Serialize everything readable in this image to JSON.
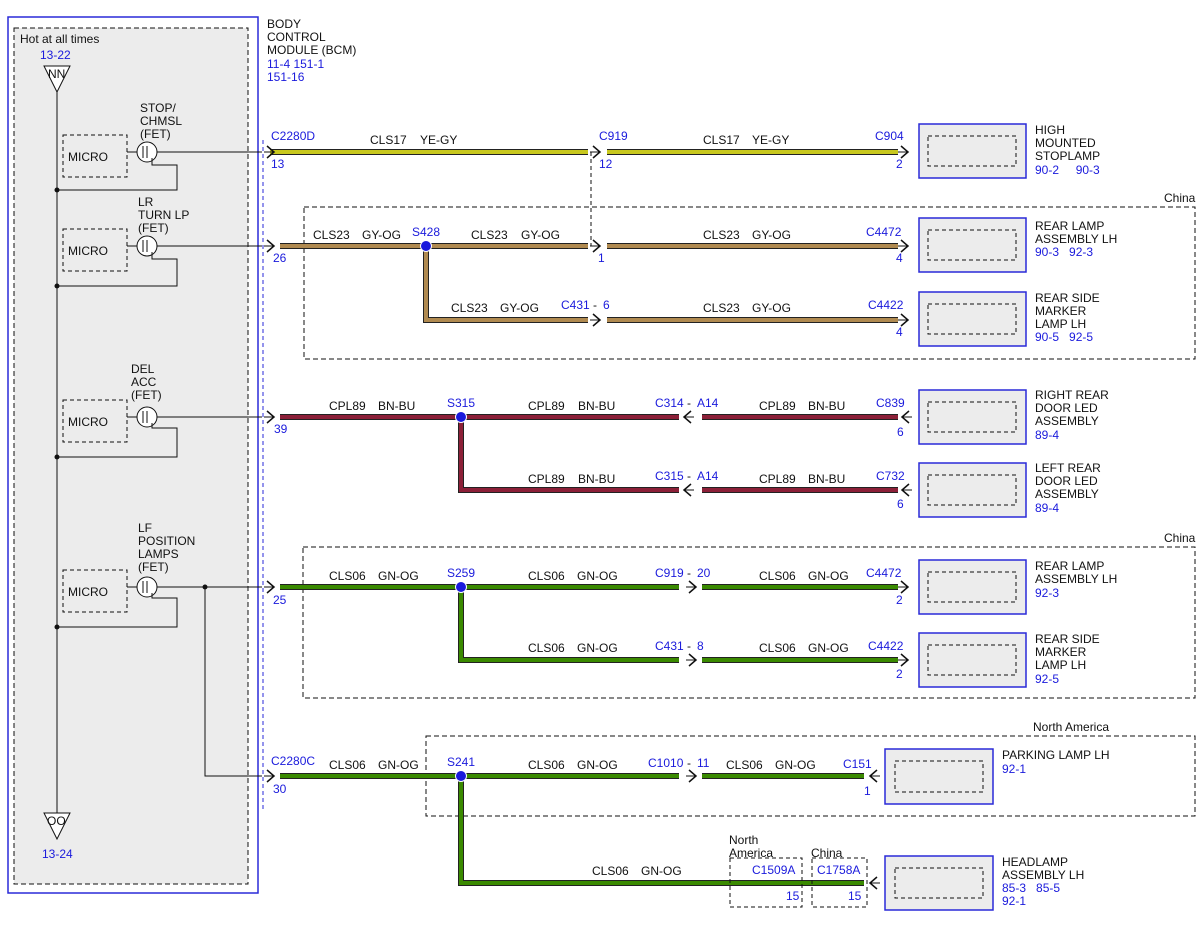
{
  "module": {
    "name_lines": [
      "BODY",
      "CONTROL",
      "MODULE (BCM)"
    ],
    "refs": [
      "11-4 151-1",
      "151-16"
    ],
    "hot_label": "Hot at all times",
    "top_ref": "13-22",
    "top_symbol": "NN",
    "bottom_ref": "13-24",
    "bottom_symbol": "OO",
    "micro_label": "MICRO",
    "drivers": [
      {
        "lines": [
          "STOP/",
          "CHMSL",
          "(FET)"
        ]
      },
      {
        "lines": [
          "LR",
          "TURN LP",
          "(FET)"
        ]
      },
      {
        "lines": [
          "DEL",
          "ACC",
          "(FET)"
        ]
      },
      {
        "lines": [
          "LF",
          "POSITION",
          "LAMPS",
          "(FET)"
        ]
      }
    ]
  },
  "regions": {
    "china_1": "China",
    "china_2": "China",
    "north_america": "North America",
    "inline_north_america": [
      "North",
      "America"
    ],
    "inline_china": "China"
  },
  "colors": {
    "ye_gy": "#c8c81e",
    "gy_og": "#b08a50",
    "bn_bu": "#8c2038",
    "gn_og": "#3a8a00",
    "accent_blue": "#1a1adc"
  },
  "circuits": [
    {
      "id": "c1",
      "circuit": "CLS17",
      "color": "YE-GY"
    },
    {
      "id": "c2",
      "circuit": "CLS17",
      "color": "YE-GY"
    },
    {
      "id": "c3",
      "circuit": "CLS23",
      "color": "GY-OG"
    },
    {
      "id": "c4",
      "circuit": "CLS23",
      "color": "GY-OG"
    },
    {
      "id": "c5",
      "circuit": "CLS23",
      "color": "GY-OG"
    },
    {
      "id": "c6",
      "circuit": "CLS23",
      "color": "GY-OG"
    },
    {
      "id": "c7",
      "circuit": "CLS23",
      "color": "GY-OG"
    },
    {
      "id": "c8",
      "circuit": "CPL89",
      "color": "BN-BU"
    },
    {
      "id": "c9",
      "circuit": "CPL89",
      "color": "BN-BU"
    },
    {
      "id": "c10",
      "circuit": "CPL89",
      "color": "BN-BU"
    },
    {
      "id": "c11",
      "circuit": "CPL89",
      "color": "BN-BU"
    },
    {
      "id": "c12",
      "circuit": "CPL89",
      "color": "BN-BU"
    },
    {
      "id": "c13",
      "circuit": "CLS06",
      "color": "GN-OG"
    },
    {
      "id": "c14",
      "circuit": "CLS06",
      "color": "GN-OG"
    },
    {
      "id": "c15",
      "circuit": "CLS06",
      "color": "GN-OG"
    },
    {
      "id": "c16",
      "circuit": "CLS06",
      "color": "GN-OG"
    },
    {
      "id": "c17",
      "circuit": "CLS06",
      "color": "GN-OG"
    },
    {
      "id": "c18",
      "circuit": "CLS06",
      "color": "GN-OG"
    },
    {
      "id": "c19",
      "circuit": "CLS06",
      "color": "GN-OG"
    },
    {
      "id": "c20",
      "circuit": "CLS06",
      "color": "GN-OG"
    },
    {
      "id": "c21",
      "circuit": "CLS06",
      "color": "GN-OG"
    }
  ],
  "connectors": [
    {
      "id": "k1",
      "name": "C2280D",
      "pin": "13"
    },
    {
      "id": "k2",
      "name": "C919",
      "pin": "12"
    },
    {
      "id": "k3",
      "name": "C904",
      "pin": "2"
    },
    {
      "id": "k4",
      "name": "",
      "pin": "26"
    },
    {
      "id": "k5",
      "name": "",
      "pin": "1"
    },
    {
      "id": "k6",
      "name": "C4472",
      "pin": "4"
    },
    {
      "id": "k7",
      "name": "C431",
      "pin": "6"
    },
    {
      "id": "k8",
      "name": "C4422",
      "pin": "4"
    },
    {
      "id": "k9",
      "name": "",
      "pin": "39"
    },
    {
      "id": "k10",
      "name": "C314",
      "pin": "A14"
    },
    {
      "id": "k11",
      "name": "C839",
      "pin": "6"
    },
    {
      "id": "k12",
      "name": "C315",
      "pin": "A14"
    },
    {
      "id": "k13",
      "name": "C732",
      "pin": "6"
    },
    {
      "id": "k14",
      "name": "",
      "pin": "25"
    },
    {
      "id": "k15",
      "name": "C919",
      "pin": "20"
    },
    {
      "id": "k16",
      "name": "C4472",
      "pin": "2"
    },
    {
      "id": "k17",
      "name": "C431",
      "pin": "8"
    },
    {
      "id": "k18",
      "name": "C4422",
      "pin": "2"
    },
    {
      "id": "k19",
      "name": "C2280C",
      "pin": "30"
    },
    {
      "id": "k20",
      "name": "C1010",
      "pin": "11"
    },
    {
      "id": "k21",
      "name": "C151",
      "pin": "1"
    },
    {
      "id": "k22",
      "name": "C1509A",
      "pin": "15"
    },
    {
      "id": "k23",
      "name": "C1758A",
      "pin": "15"
    }
  ],
  "splices": [
    "S428",
    "S315",
    "S259",
    "S241"
  ],
  "components": [
    {
      "id": "d1",
      "lines": [
        "HIGH",
        "MOUNTED",
        "STOPLAMP"
      ],
      "refs": "90-2     90-3"
    },
    {
      "id": "d2",
      "lines": [
        "REAR LAMP",
        "ASSEMBLY LH"
      ],
      "refs": "90-3   92-3"
    },
    {
      "id": "d3",
      "lines": [
        "REAR SIDE",
        "MARKER",
        "LAMP LH"
      ],
      "refs": "90-5   92-5"
    },
    {
      "id": "d4",
      "lines": [
        "RIGHT REAR",
        "DOOR LED",
        "ASSEMBLY"
      ],
      "refs": "89-4"
    },
    {
      "id": "d5",
      "lines": [
        "LEFT REAR",
        "DOOR LED",
        "ASSEMBLY"
      ],
      "refs": "89-4"
    },
    {
      "id": "d6",
      "lines": [
        "REAR LAMP",
        "ASSEMBLY LH"
      ],
      "refs": "92-3"
    },
    {
      "id": "d7",
      "lines": [
        "REAR SIDE",
        "MARKER",
        "LAMP LH"
      ],
      "refs": "92-5"
    },
    {
      "id": "d8",
      "lines": [
        "PARKING LAMP LH"
      ],
      "refs": "92-1"
    },
    {
      "id": "d9",
      "lines": [
        "HEADLAMP",
        "ASSEMBLY LH"
      ],
      "refs": [
        "85-3   85-5",
        "92-1"
      ]
    }
  ]
}
